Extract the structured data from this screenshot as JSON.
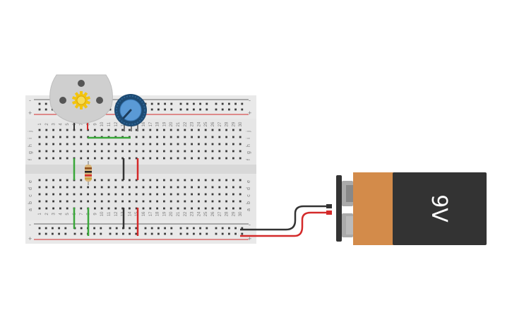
{
  "canvas": {
    "background": "#ffffff"
  },
  "breadboard": {
    "columns": [
      "1",
      "2",
      "3",
      "4",
      "5",
      "6",
      "7",
      "8",
      "9",
      "10",
      "11",
      "12",
      "13",
      "14",
      "15",
      "16",
      "17",
      "18",
      "19",
      "20",
      "21",
      "22",
      "23",
      "24",
      "25",
      "26",
      "27",
      "28",
      "29",
      "30"
    ],
    "rows_top": [
      "j",
      "i",
      "h",
      "g",
      "f"
    ],
    "rows_bottom": [
      "e",
      "d",
      "c",
      "b",
      "a"
    ],
    "rail_minus": "-",
    "rail_plus": "+",
    "colors": {
      "body": "#e6e6e6",
      "hole": "#3a3a3a",
      "rail_red": "#d42a2a",
      "rail_blue": "#666666"
    }
  },
  "battery": {
    "label": "9V",
    "colors": {
      "top": "#d38b4a",
      "body": "#333333",
      "terminal": "#aaaaaa"
    }
  },
  "motor": {
    "colors": {
      "body": "#cfcfcf",
      "gear": "#f2c40f"
    }
  },
  "potentiometer": {
    "colors": {
      "body": "#1d4a72",
      "knob": "#5a9ad6"
    }
  },
  "resistor": {
    "colors": {
      "body": "#d9b57a"
    }
  },
  "wires": {
    "colors": {
      "black": "#333333",
      "red": "#d42a2a",
      "green": "#3aa83a"
    }
  }
}
